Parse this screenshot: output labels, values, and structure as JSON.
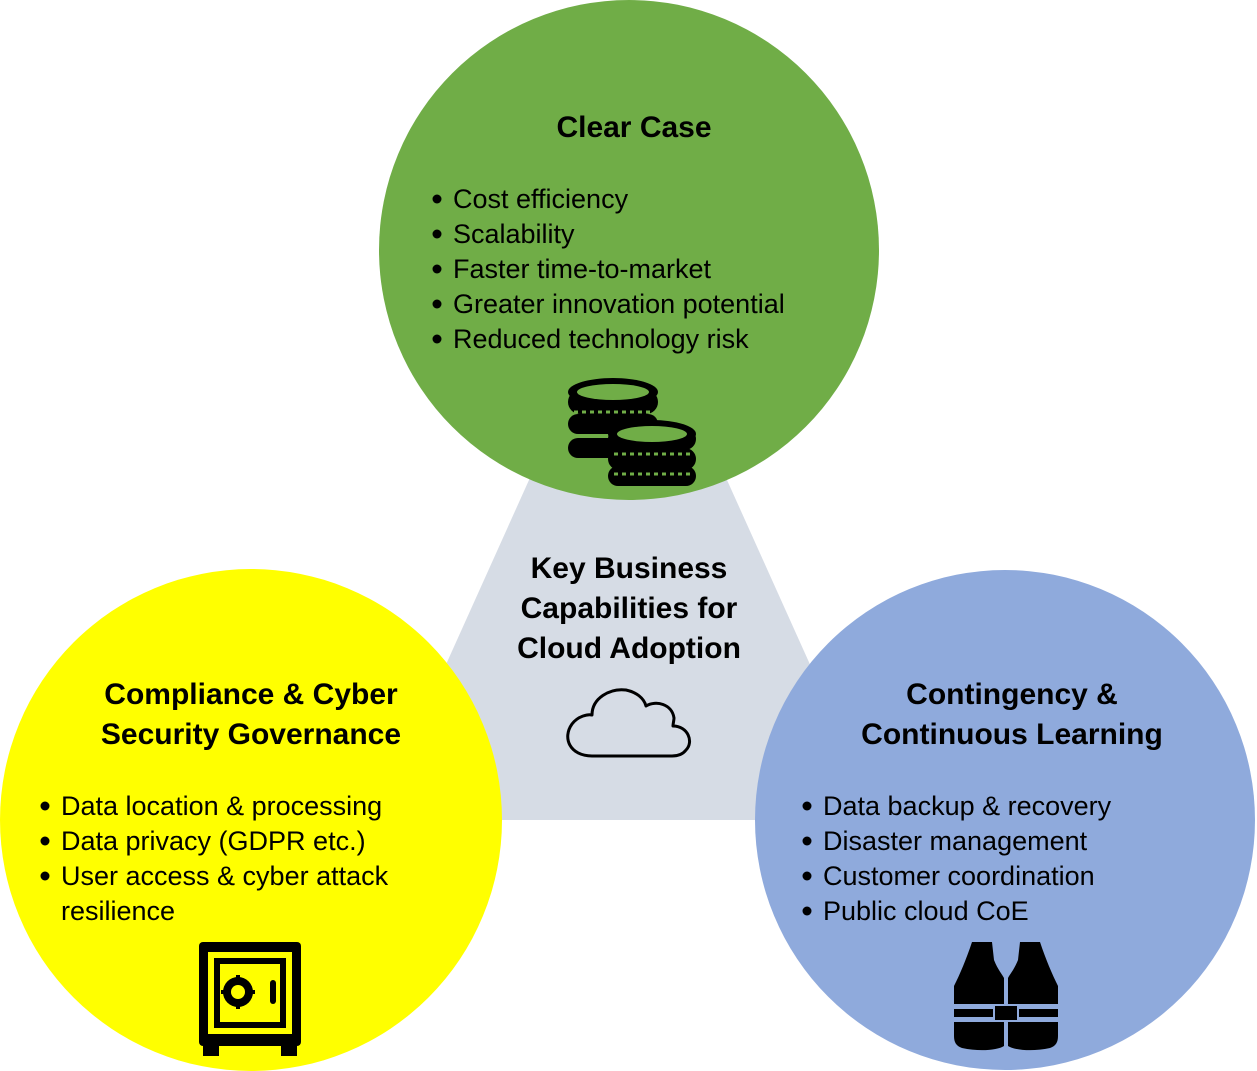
{
  "colors": {
    "triangle": "#d6dce5",
    "green": "#70ad47",
    "yellow": "#ffff00",
    "blue": "#8faadc",
    "outline": "#000000"
  },
  "center": {
    "title_lines": [
      "Key Business",
      "Capabilities for",
      "Cloud Adoption"
    ],
    "icon": "cloud-icon"
  },
  "clear_case": {
    "title": "Clear Case",
    "items": [
      "Cost efficiency",
      "Scalability",
      "Faster time-to-market",
      "Greater innovation potential",
      "Reduced technology risk"
    ],
    "icon": "coins-icon"
  },
  "compliance": {
    "title_lines": [
      "Compliance & Cyber",
      "Security Governance"
    ],
    "items": [
      "Data location & processing",
      "Data privacy (GDPR etc.)",
      "User access & cyber attack",
      "resilience"
    ],
    "icon": "safe-icon"
  },
  "contingency": {
    "title_lines": [
      "Contingency &",
      "Continuous Learning"
    ],
    "items": [
      "Data backup & recovery",
      "Disaster management",
      "Customer coordination",
      "Public cloud CoE"
    ],
    "icon": "life-vest-icon"
  }
}
